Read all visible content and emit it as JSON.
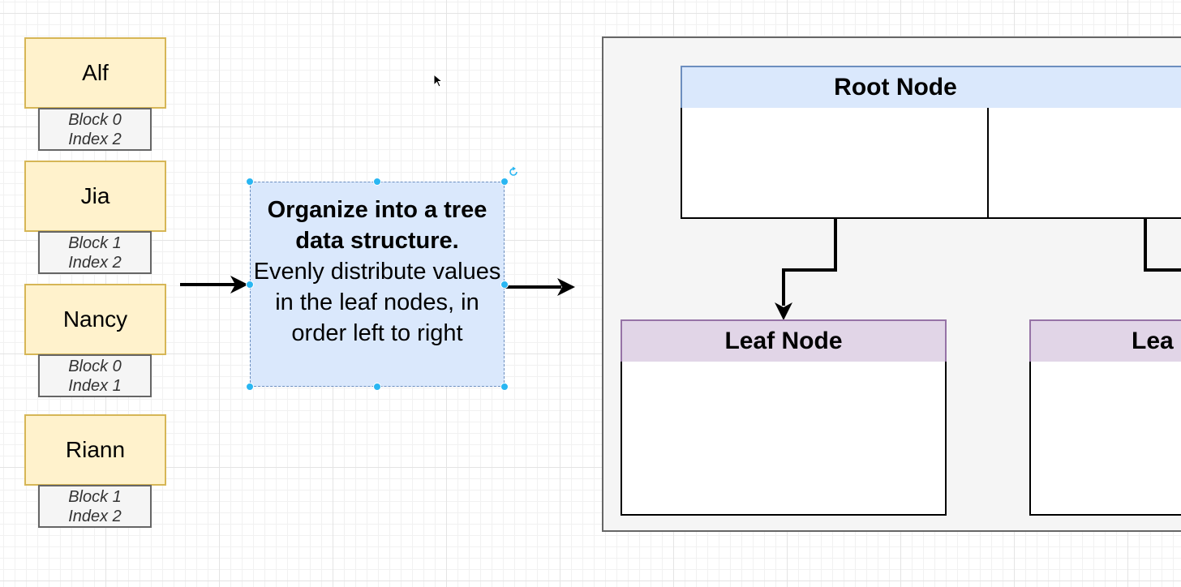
{
  "records": [
    {
      "name": "Alf",
      "block": "Block 0",
      "index": "Index 2"
    },
    {
      "name": "Jia",
      "block": "Block 1",
      "index": "Index 2"
    },
    {
      "name": "Nancy",
      "block": "Block 0",
      "index": "Index 1"
    },
    {
      "name": "Riann",
      "block": "Block 1",
      "index": "Index 2"
    }
  ],
  "process": {
    "title": "Organize into a tree data structure.",
    "body": "Evenly distribute values in the leaf nodes, in order left to right"
  },
  "tree": {
    "root_label": "Root Node",
    "leaf_left_label": "Leaf Node",
    "leaf_right_label": "Lea"
  },
  "colors": {
    "record_fill": "#fff2cc",
    "record_border": "#d6b656",
    "block_fill": "#f5f5f5",
    "process_fill": "#dae8fc",
    "root_header_fill": "#dae8fc",
    "leaf_header_fill": "#e1d5e7",
    "selection_handle": "#29b6f2"
  },
  "icons": [
    "cursor-icon",
    "rotate-handle-icon"
  ]
}
